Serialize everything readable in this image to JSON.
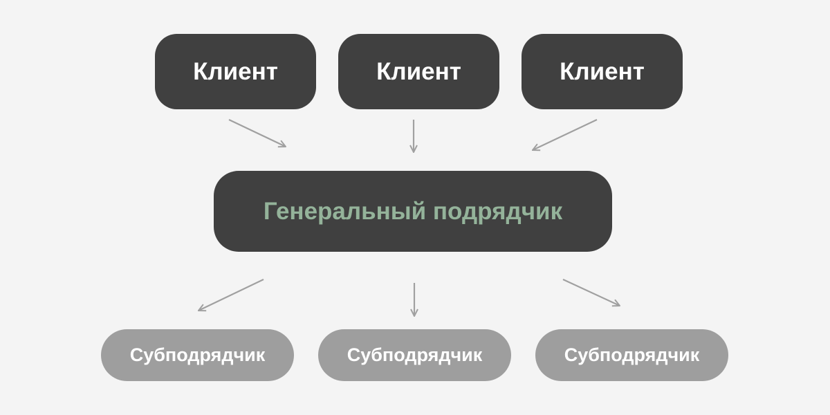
{
  "clients": [
    {
      "label": "Клиент"
    },
    {
      "label": "Клиент"
    },
    {
      "label": "Клиент"
    }
  ],
  "contractor": {
    "label": "Генеральный подрядчик"
  },
  "subcontractors": [
    {
      "label": "Субподрядчик"
    },
    {
      "label": "Субподрядчик"
    },
    {
      "label": "Субподрядчик"
    }
  ],
  "colors": {
    "background": "#f4f4f4",
    "node_dark": "#404040",
    "contractor_text": "#94b39a",
    "sub_node": "#9e9e9e",
    "arrow": "#a0a0a0"
  }
}
